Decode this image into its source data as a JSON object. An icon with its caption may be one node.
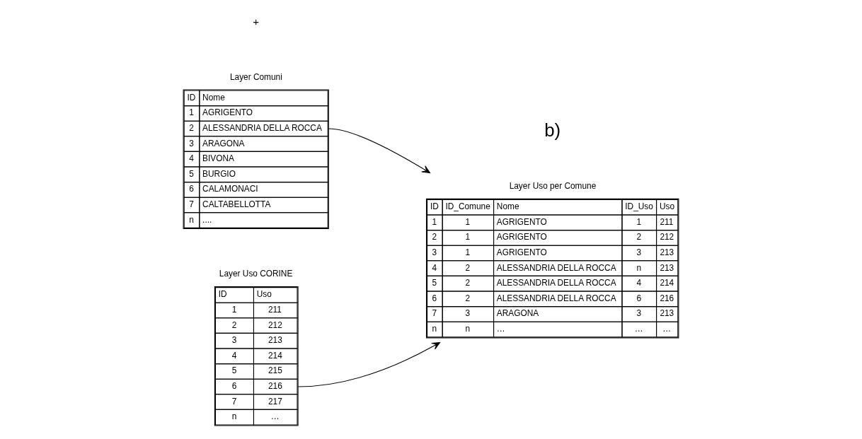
{
  "diagram": {
    "nodes": [
      {
        "text": [
          "Layer Comuni",
          "ID",
          "Nome",
          "1",
          "AGRIGENTO",
          "2",
          "ALESSANDRIA DELLA ROCCA",
          "3",
          "ARAGONA",
          "4",
          "BIVONA",
          "5",
          "BURGIO",
          "6",
          "CALAMONACI",
          "7",
          "CALTABELLOTTA",
          "n",
          "...."
        ]
      },
      {
        "text": [
          "Layer Uso CORINE",
          "ID",
          "Uso",
          "1",
          "211",
          "2",
          "212",
          "3",
          "213",
          "4",
          "214",
          "5",
          "215",
          "6",
          "216",
          "7",
          "217",
          "n",
          "…"
        ]
      },
      {
        "text": [
          "Layer Uso per Comune",
          "ID",
          "ID_Comune",
          "Nome",
          "ID_Uso",
          "Uso",
          "1",
          "1",
          "AGRIGENTO",
          "1",
          "211",
          "2",
          "1",
          "AGRIGENTO",
          "2",
          "212",
          "3",
          "1",
          "AGRIGENTO",
          "3",
          "213",
          "4",
          "2",
          "ALESSANDRIA DELLA ROCCA",
          "n",
          "213",
          "5",
          "2",
          "ALESSANDRIA DELLA ROCCA",
          "4",
          "214",
          "6",
          "2",
          "ALESSANDRIA DELLA ROCCA",
          "6",
          "216",
          "7",
          "3",
          "ARAGONA",
          "3",
          "213",
          "n",
          "n",
          "…",
          "…",
          "…"
        ]
      }
    ],
    "edges": [
      {
        "from": 0,
        "to": 2,
        "arrow": "to"
      },
      {
        "from": 1,
        "to": 2,
        "arrow": "to"
      }
    ],
    "labels": [
      "b)",
      "+"
    ]
  }
}
